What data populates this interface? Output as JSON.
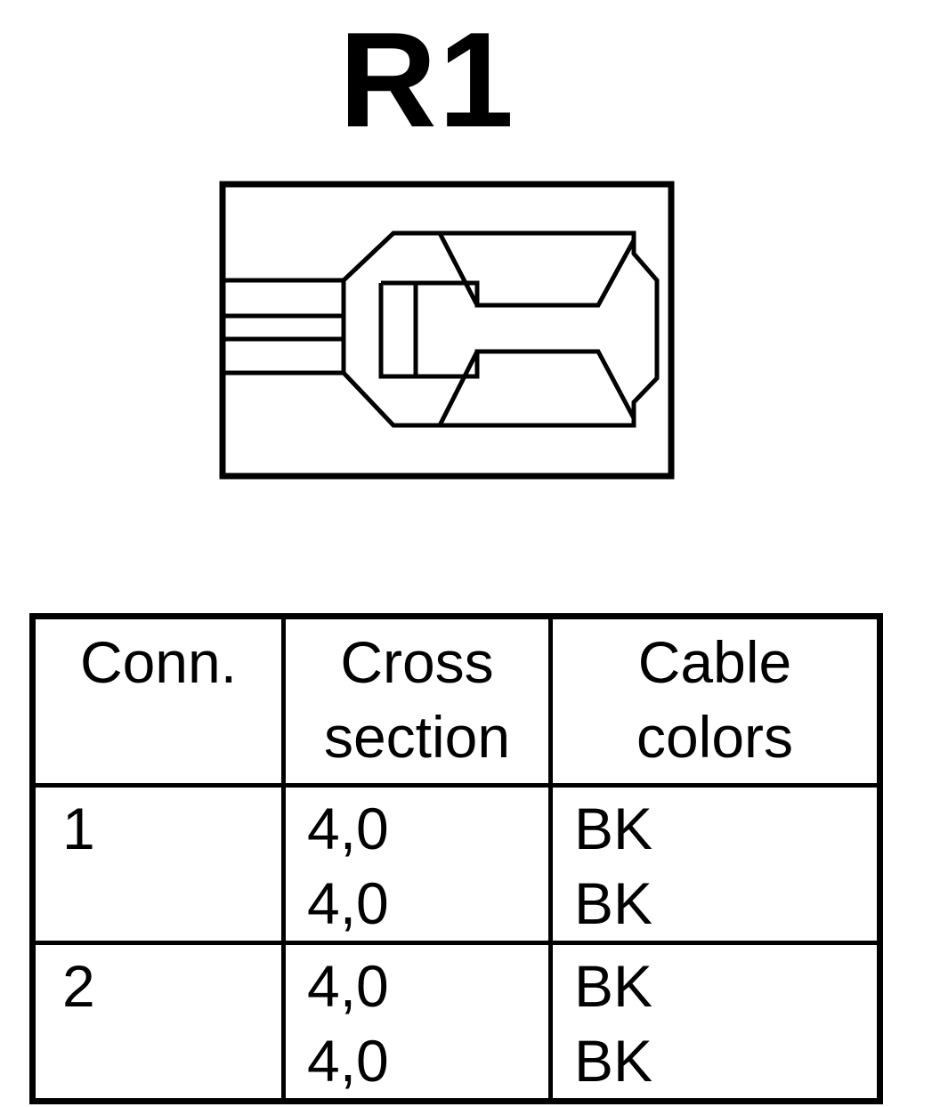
{
  "title": "R1",
  "table": {
    "headers": [
      [
        "Conn."
      ],
      [
        "Cross",
        "section"
      ],
      [
        "Cable",
        "colors"
      ]
    ],
    "rows": [
      {
        "conn": "1",
        "cross_sections": [
          "4,0",
          "4,0"
        ],
        "cable_colors": [
          "BK",
          "BK"
        ]
      },
      {
        "conn": "2",
        "cross_sections": [
          "4,0",
          "4,0"
        ],
        "cable_colors": [
          "BK",
          "BK"
        ]
      }
    ]
  }
}
